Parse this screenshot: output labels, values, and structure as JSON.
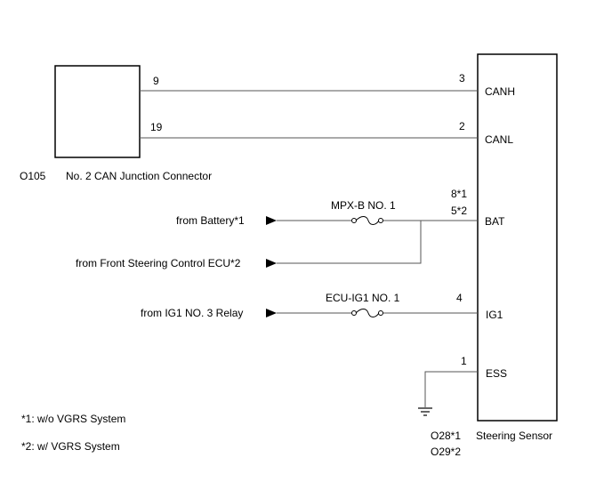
{
  "junction_connector": {
    "code": "O105",
    "name": "No. 2 CAN Junction Connector",
    "pin_canh": "9",
    "pin_canl": "19"
  },
  "steering_sensor": {
    "name": "Steering Sensor",
    "codes": [
      "O28*1",
      "O29*2"
    ],
    "terminals": {
      "canh": {
        "pin": "3",
        "label": "CANH"
      },
      "canl": {
        "pin": "2",
        "label": "CANL"
      },
      "bat": {
        "pins": [
          "8*1",
          "5*2"
        ],
        "label": "BAT"
      },
      "ig1": {
        "pin": "4",
        "label": "IG1"
      },
      "ess": {
        "pin": "1",
        "label": "ESS"
      }
    }
  },
  "sources": {
    "battery": "from Battery*1",
    "front_steering_ecu": "from Front Steering Control ECU*2",
    "ig1_relay": "from IG1 NO. 3 Relay"
  },
  "fuses": {
    "mpx_b": "MPX-B NO. 1",
    "ecu_ig1": "ECU-IG1 NO. 1"
  },
  "notes": [
    "*1: w/o VGRS System",
    "*2: w/ VGRS System"
  ]
}
